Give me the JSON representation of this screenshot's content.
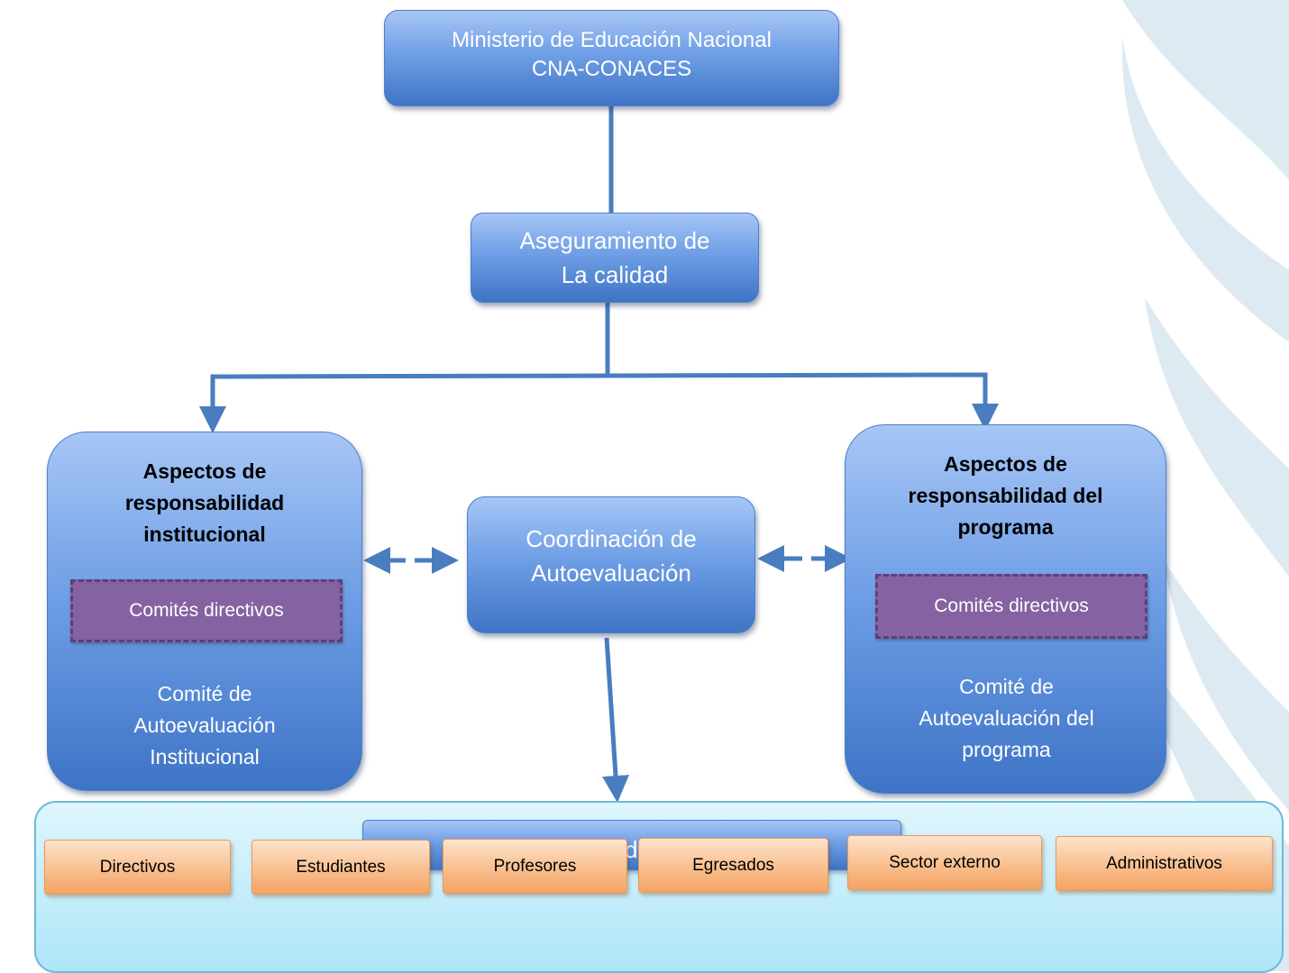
{
  "top_box": {
    "line1": "Ministerio de Educación Nacional",
    "line2": "CNA-CONACES"
  },
  "mid_box": {
    "line1": "Aseguramiento de",
    "line2": "La calidad"
  },
  "coordination": {
    "line1": "Coordinación de",
    "line2": "Autoevaluación"
  },
  "left": {
    "title": "Aspectos de responsabilidad institucional",
    "committee": "Comités directivos",
    "sub": [
      "Comité de",
      "Autoevaluación",
      "Institucional"
    ]
  },
  "right": {
    "title": "Aspectos de responsabilidad del programa",
    "committee": "Comités directivos",
    "sub": [
      "Comité de",
      "Autoevaluación del",
      "programa"
    ]
  },
  "actors": {
    "title": "Actores proceso de autoevaluación",
    "items": [
      "Directivos",
      "Estudiantes",
      "Profesores",
      "Egresados",
      "Sector externo",
      "Administrativos"
    ]
  },
  "colors": {
    "box_blue": "#6f9fe6",
    "connector": "#4a7dbf",
    "committee_purple": "#8562a1",
    "actor_orange": "#f9bf8f",
    "panel_cyan": "#aee6f8"
  }
}
